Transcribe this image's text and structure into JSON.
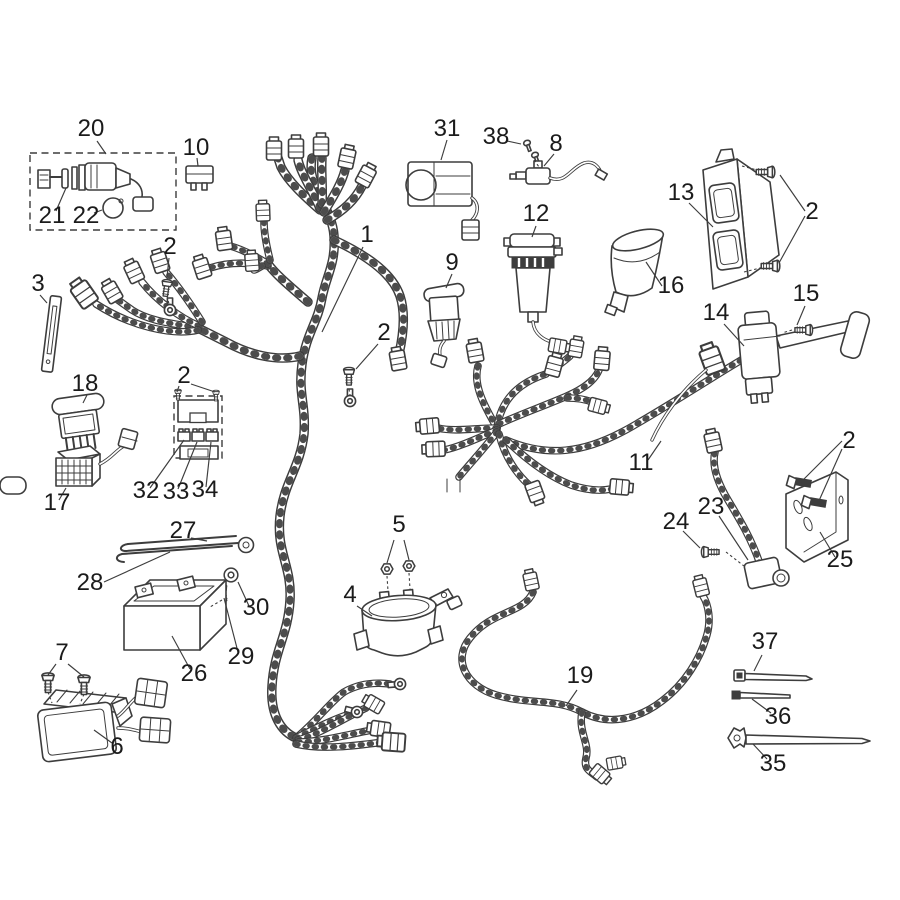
{
  "figure": {
    "background": "#ffffff",
    "line_color": "#3d3d3d",
    "text_color": "#1b1b1b"
  },
  "callouts": [
    "20",
    "10",
    "31",
    "38",
    "8",
    "13",
    "2",
    "21",
    "22",
    "12",
    "1",
    "2",
    "9",
    "16",
    "15",
    "3",
    "14",
    "2",
    "18",
    "2",
    "11",
    "2",
    "17",
    "32",
    "33",
    "34",
    "23",
    "24",
    "25",
    "27",
    "28",
    "5",
    "30",
    "4",
    "29",
    "26",
    "7",
    "6",
    "19",
    "37",
    "36",
    "35"
  ]
}
